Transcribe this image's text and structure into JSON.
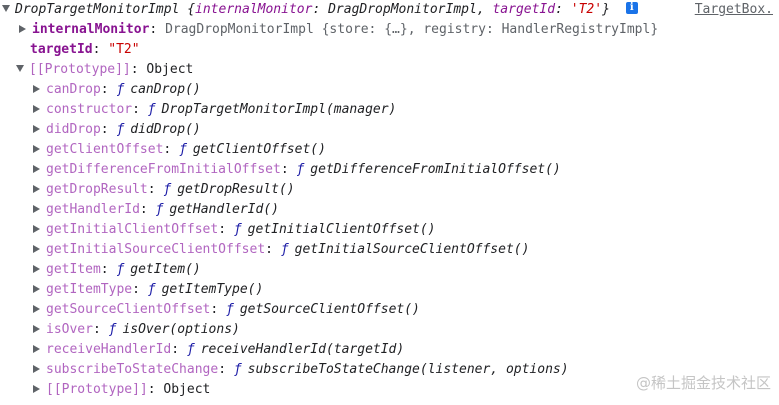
{
  "header": {
    "summary_class": "DropTargetMonitorImpl",
    "summary_open": "{",
    "k1": "internalMonitor",
    "v1": "DragDropMonitorImpl",
    "k2": "targetId",
    "v2": "'T2'",
    "summary_close": "}",
    "info_glyph": "i",
    "source_link": "TargetBox."
  },
  "props": {
    "internalMonitor": {
      "key": "internalMonitor",
      "value": "DragDropMonitorImpl {store: {…}, registry: HandlerRegistryImpl}"
    },
    "targetId": {
      "key": "targetId",
      "value": "\"T2\""
    }
  },
  "prototype": {
    "key": "[[Prototype]]",
    "value": "Object",
    "methods": [
      {
        "key": "canDrop",
        "sig": "canDrop()"
      },
      {
        "key": "constructor",
        "sig": "DropTargetMonitorImpl(manager)"
      },
      {
        "key": "didDrop",
        "sig": "didDrop()"
      },
      {
        "key": "getClientOffset",
        "sig": "getClientOffset()"
      },
      {
        "key": "getDifferenceFromInitialOffset",
        "sig": "getDifferenceFromInitialOffset()"
      },
      {
        "key": "getDropResult",
        "sig": "getDropResult()"
      },
      {
        "key": "getHandlerId",
        "sig": "getHandlerId()"
      },
      {
        "key": "getInitialClientOffset",
        "sig": "getInitialClientOffset()"
      },
      {
        "key": "getInitialSourceClientOffset",
        "sig": "getInitialSourceClientOffset()"
      },
      {
        "key": "getItem",
        "sig": "getItem()"
      },
      {
        "key": "getItemType",
        "sig": "getItemType()"
      },
      {
        "key": "getSourceClientOffset",
        "sig": "getSourceClientOffset()"
      },
      {
        "key": "isOver",
        "sig": "isOver(options)"
      },
      {
        "key": "receiveHandlerId",
        "sig": "receiveHandlerId(targetId)"
      },
      {
        "key": "subscribeToStateChange",
        "sig": "subscribeToStateChange(listener, options)"
      }
    ],
    "nested": {
      "key": "[[Prototype]]",
      "value": "Object"
    }
  },
  "function_glyph": "ƒ",
  "colon": ":",
  "watermark": "@稀土掘金技术社区"
}
